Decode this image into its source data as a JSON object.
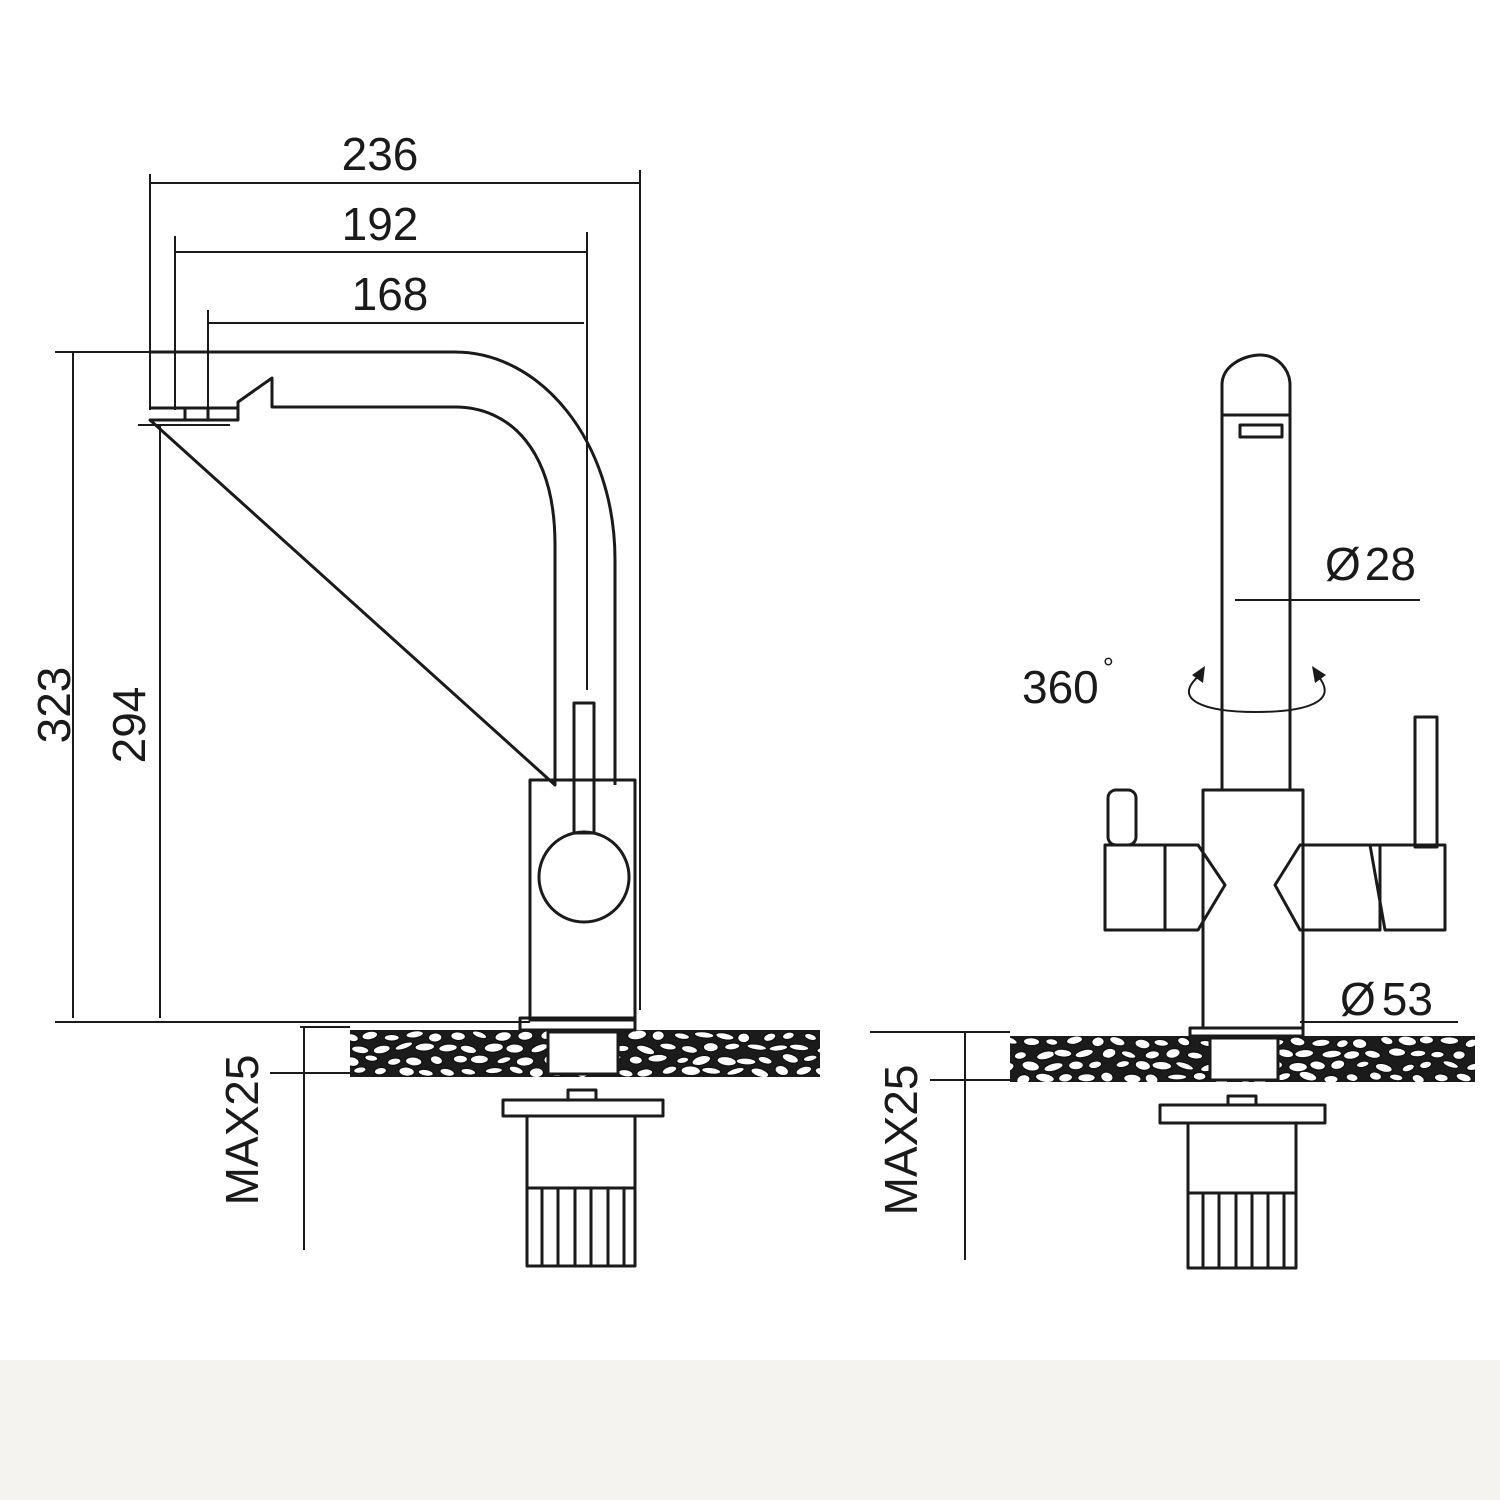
{
  "side_view": {
    "dimensions": {
      "width_overall": "236",
      "width_mid": "192",
      "width_inner": "168",
      "height_overall": "323",
      "height_spout": "294",
      "max_thickness": "MAX25"
    }
  },
  "front_view": {
    "dimensions": {
      "spout_diameter": "28",
      "base_diameter": "53",
      "rotation": "360",
      "max_thickness": "MAX25"
    },
    "symbols": {
      "diameter": "Ø",
      "degree": "°"
    }
  },
  "colors": {
    "line": "#1a1a1a",
    "background": "#ffffff",
    "countertop_fill": "#1b1b1b",
    "bottom_band": "#f4f3ef"
  }
}
